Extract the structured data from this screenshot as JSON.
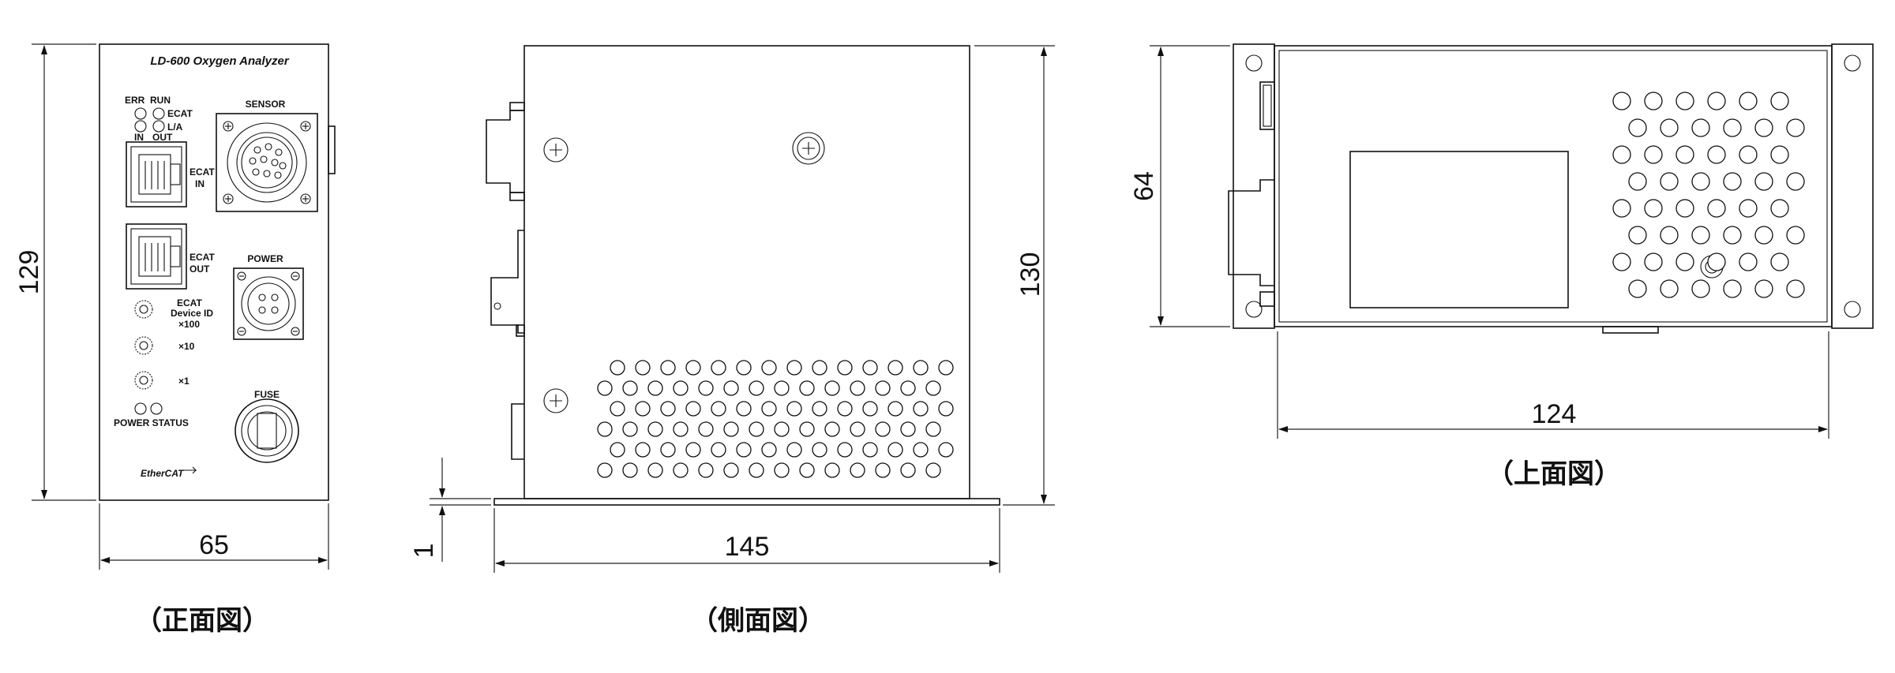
{
  "front": {
    "title": "LD-600 Oxygen Analyzer",
    "err": "ERR",
    "run": "RUN",
    "ecat": "ECAT",
    "la": "L/A",
    "in": "IN",
    "out": "OUT",
    "ecat_in_1": "ECAT",
    "ecat_in_2": "IN",
    "ecat_out_1": "ECAT",
    "ecat_out_2": "OUT",
    "sensor": "SENSOR",
    "power": "POWER",
    "device_id_1": "ECAT",
    "device_id_2": "Device ID",
    "x100": "×100",
    "x10": "×10",
    "x1": "×1",
    "fuse": "FUSE",
    "power_status": "POWER STATUS",
    "logo": "EtherCAT",
    "dim_height": "129",
    "dim_width": "65",
    "caption": "（正面図）"
  },
  "side": {
    "dim_height": "130",
    "dim_width": "145",
    "dim_small": "1",
    "caption": "（側面図）"
  },
  "top": {
    "dim_height": "64",
    "dim_width": "124",
    "caption": "（上面図）"
  }
}
